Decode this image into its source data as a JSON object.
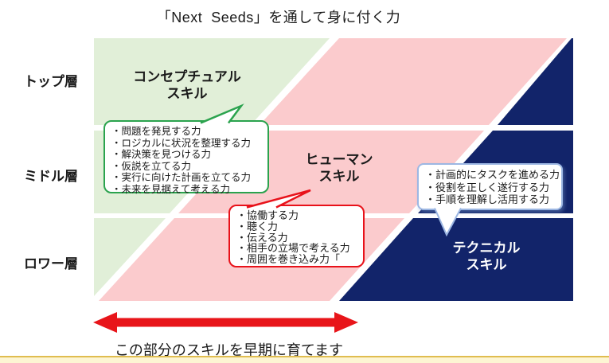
{
  "title": "「Next  Seeds」を通して身に付く力",
  "layers": [
    {
      "label": "トップ層"
    },
    {
      "label": "ミドル層"
    },
    {
      "label": "ロワー層"
    }
  ],
  "skills": {
    "conceptual": {
      "label": "コンセプチュアル\nスキル",
      "bubble": [
        "・問題を発見する力",
        "・ロジカルに状況を整理する力",
        "・解決策を見つける力",
        "・仮説を立てる力",
        "・実行に向けた計画を立てる力",
        "・未来を見据えて考える力"
      ]
    },
    "human": {
      "label": "ヒューマン\nスキル",
      "bubble": [
        "・協働する力",
        "・聴く力",
        "・伝える力",
        "・相手の立場で考える力",
        "・周囲を巻き込み力「"
      ]
    },
    "technical": {
      "label": "テクニカル\nスキル",
      "bubble": [
        "・計画的にタスクを進める力",
        "・役割を正しく遂行する力",
        "・手順を理解し活用する力"
      ]
    }
  },
  "footer": {
    "arrow_caption": "この部分のスキルを早期に育てます"
  },
  "colors": {
    "conceptual_area": "#e1efd8",
    "human_area": "#fbcbcd",
    "technical_area": "#12246a",
    "conceptual_bubble_border": "#2ba34e",
    "human_bubble_border": "#e8121a",
    "technical_bubble_border": "#9cb7e3",
    "arrow_red": "#e8151a",
    "bottom_strip_line": "#e0bd4f",
    "bottom_strip_fill": "#fdf5d3",
    "white": "#ffffff"
  }
}
